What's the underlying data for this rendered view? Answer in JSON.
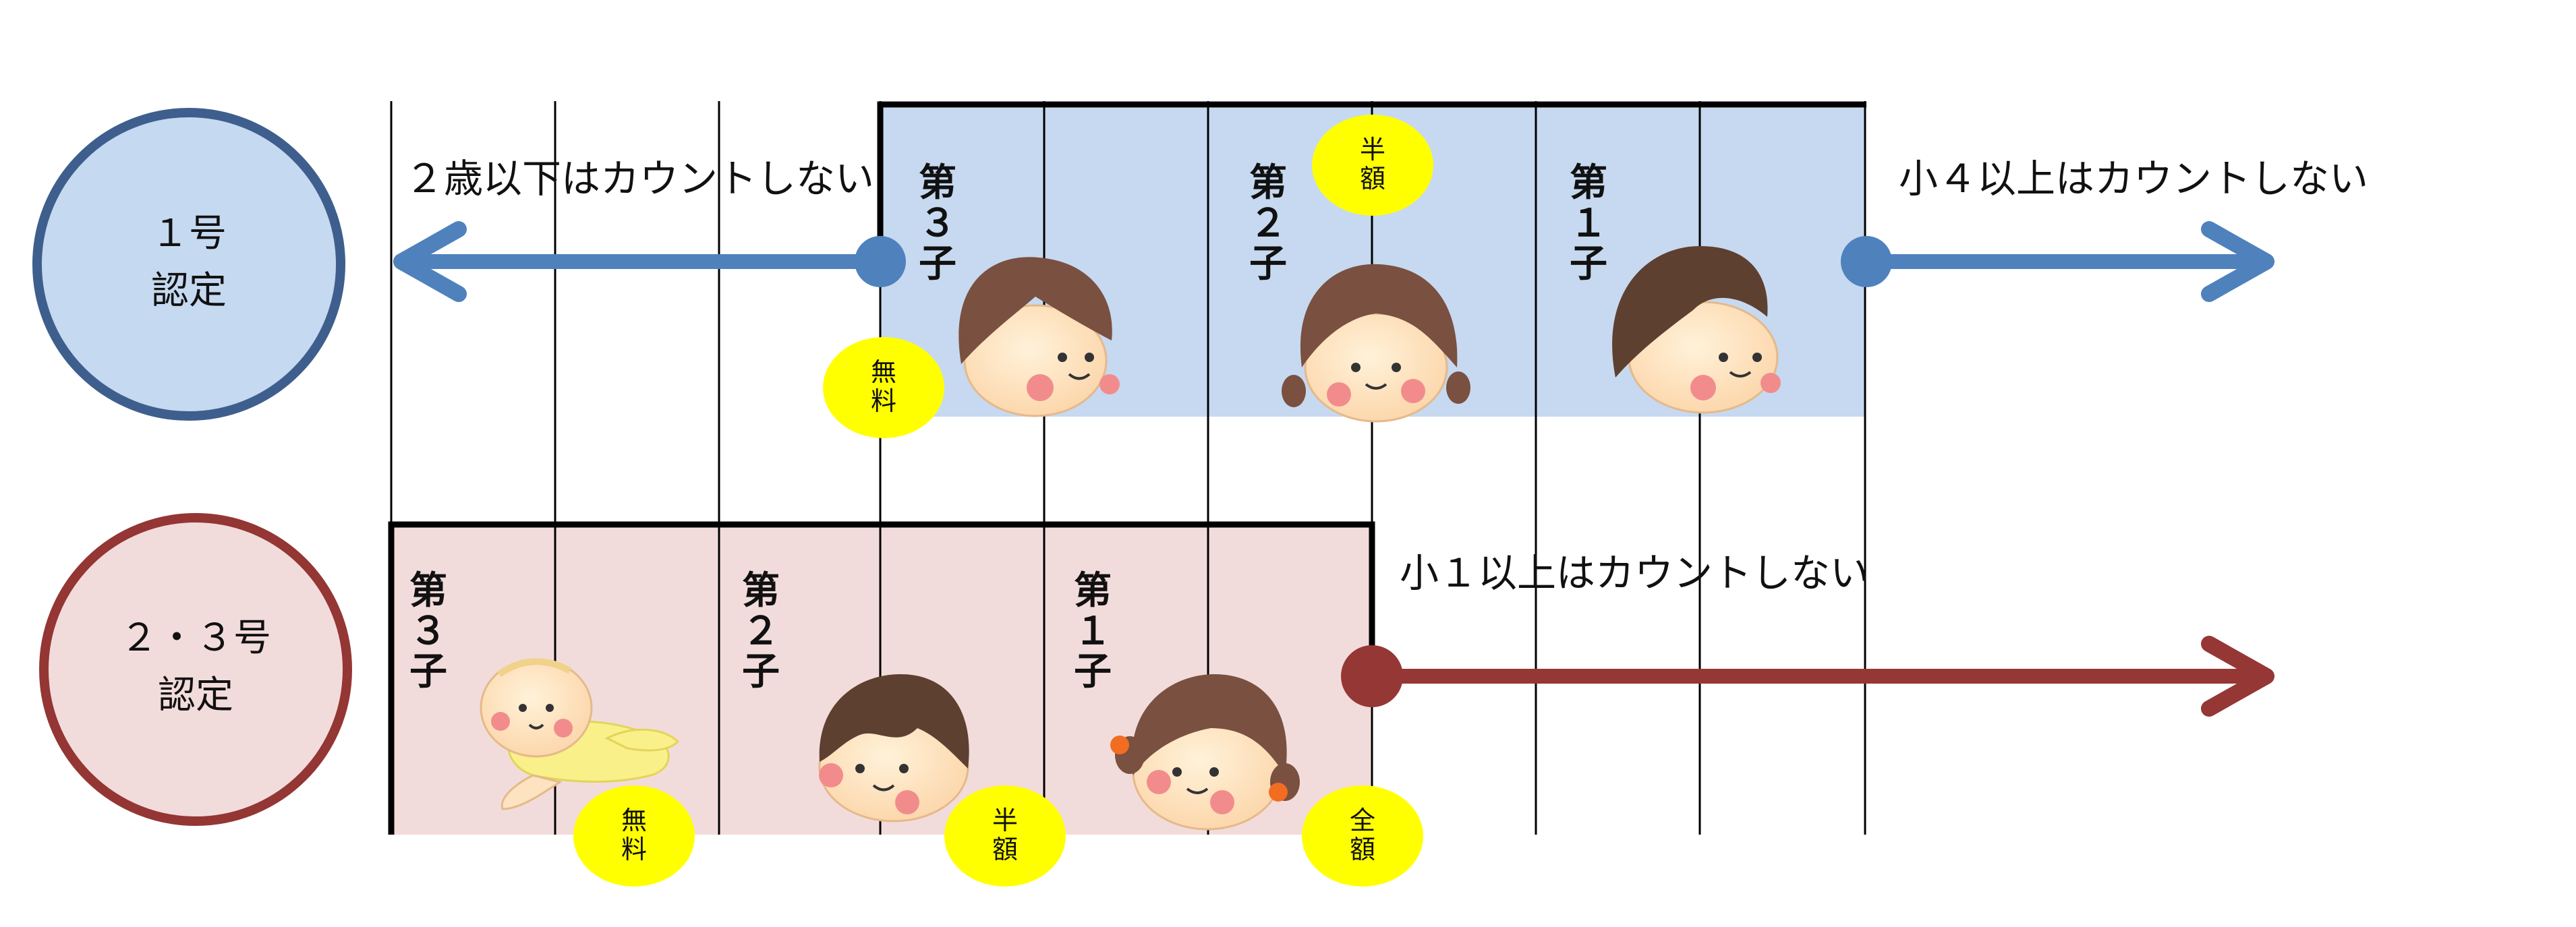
{
  "categories": {
    "cat1": {
      "line1": "１号",
      "line2": "認定",
      "circle_fill": "#c5d9f1",
      "border_color": "#3e5f8d"
    },
    "cat23": {
      "line1": "２・３号",
      "line2": "認定",
      "circle_fill": "#f2dcdb",
      "border_color": "#943634"
    }
  },
  "notes": {
    "cat1_left": "２歳以下はカウントしない",
    "cat1_right": "小４以上はカウントしない",
    "cat23_right": "小１以上はカウントしない"
  },
  "children_cat1": [
    {
      "label": [
        "第",
        "３",
        "子"
      ],
      "badge": [
        "無",
        "料"
      ]
    },
    {
      "label": [
        "第",
        "２",
        "子"
      ],
      "badge": [
        "半",
        "額"
      ]
    },
    {
      "label": [
        "第",
        "１",
        "子"
      ]
    }
  ],
  "children_cat23": [
    {
      "label": [
        "第",
        "３",
        "子"
      ],
      "badge": [
        "無",
        "料"
      ]
    },
    {
      "label": [
        "第",
        "２",
        "子"
      ],
      "badge": [
        "半",
        "額"
      ]
    },
    {
      "label": [
        "第",
        "１",
        "子"
      ],
      "badge": [
        "全",
        "額"
      ]
    }
  ],
  "colors": {
    "blue_arrow": "#4f81bd",
    "red_arrow": "#953735",
    "blue_band": "#c6d9f0",
    "pink_band": "#f2dcdb",
    "badge": "#ffff00"
  }
}
